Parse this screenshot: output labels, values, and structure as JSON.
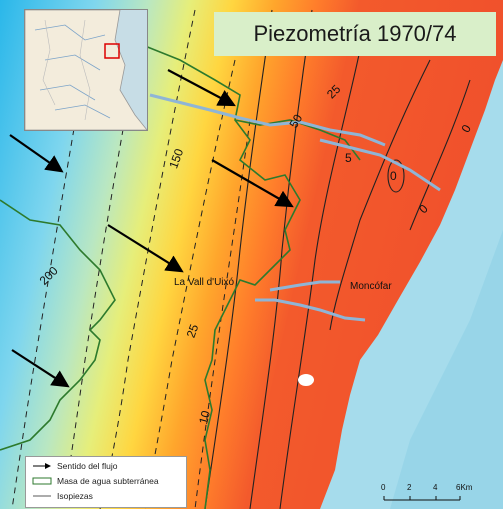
{
  "title": "Piezometría 1970/74",
  "towns": {
    "vall": "La Vall d'Uixó",
    "moncofar": "Moncófar"
  },
  "contour_labels": [
    "200",
    "150",
    "50",
    "25",
    "25",
    "10",
    "5",
    "0",
    "0",
    "0"
  ],
  "legend": {
    "flow": "Sentido del flujo",
    "water_body": "Masa de agua subterránea",
    "isopieces": "Isopiezas"
  },
  "scale": {
    "t0": "0",
    "t2": "2",
    "t4": "4",
    "t6": "6Km"
  },
  "colors": {
    "sea": "#a6dcec",
    "title_bg": "#d9efc9",
    "river": "#8fb5d6",
    "border_line": "#2d7a2d"
  }
}
